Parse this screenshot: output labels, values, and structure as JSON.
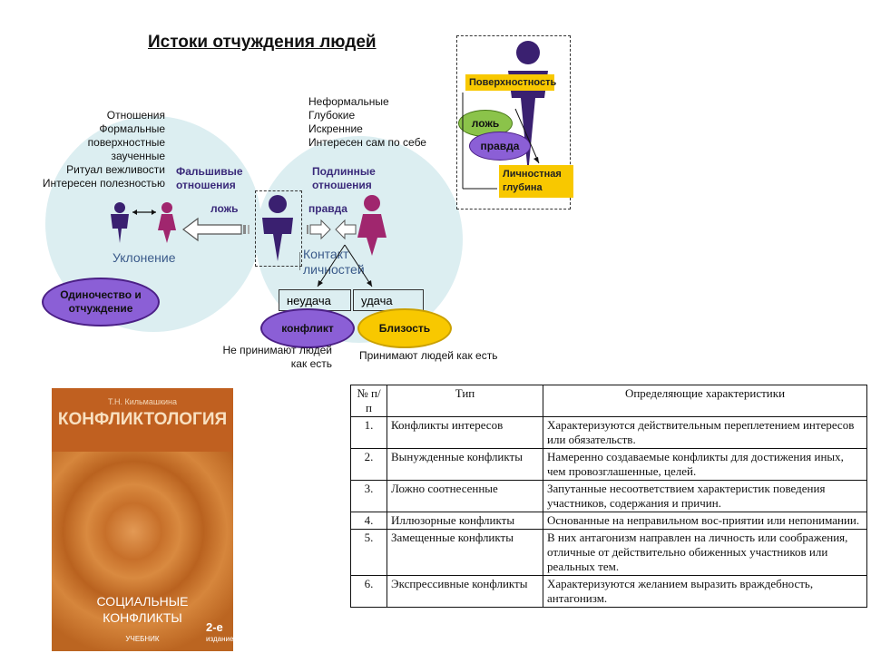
{
  "title": "Истоки отчуждения людей",
  "diagram": {
    "left_list": [
      "Отношения",
      "Формальные",
      "поверхностные",
      "заученные",
      "Ритуал вежливости",
      "Интересен полезностью"
    ],
    "right_list": [
      "Неформальные",
      "Глубокие",
      "Искренние",
      "Интересен сам по себе"
    ],
    "false_relations": "Фальшивые отношения",
    "true_relations": "Подлинные отношения",
    "lie": "ложь",
    "truth": "правда",
    "avoidance": "Уклонение",
    "contact": "Контакт личностей",
    "loneliness": "Одиночество и отчуждение",
    "failure": "неудача",
    "success": "удача",
    "conflict": "конфликт",
    "closeness": "Близость",
    "not_accept": "Не принимают людей как есть",
    "accept": "Принимают людей как есть",
    "inset": {
      "surface": "Поверхностность",
      "lie": "ложь",
      "truth": "правда",
      "depth": "Личностная глубина"
    }
  },
  "book": {
    "author": "Т.Н. Кильмашкина",
    "title": "КОНФЛИКТОЛОГИЯ",
    "subtitle": "СОЦИАЛЬНЫЕ КОНФЛИКТЫ",
    "type": "УЧЕБНИК",
    "edition": "2-е",
    "edition_word": "издание"
  },
  "table": {
    "headers": [
      "№ п/п",
      "Тип",
      "Определяющие характеристики"
    ],
    "rows": [
      [
        "1.",
        "Конфликты интересов",
        "Характеризуются действительным переплетением интересов или обязательств."
      ],
      [
        "2.",
        "Вынужденные конфликты",
        "Намеренно создаваемые конфликты для достижения иных, чем провозглашенные, целей."
      ],
      [
        "3.",
        "Ложно соотнесенные",
        "Запутанные несоответствием характеристик поведения участников, содержания и причин."
      ],
      [
        "4.",
        "Иллюзорные конфликты",
        "Основанные на неправильном вос-приятии или непонимании."
      ],
      [
        "5.",
        "Замещенные конфликты",
        "В них антагонизм направлен на личность или соображения, отличные от действительно обиженных участников или реальных тем."
      ],
      [
        "6.",
        "Экспрессивные конфликты",
        "Характеризуются желанием выразить враждебность, антагонизм."
      ]
    ]
  },
  "colors": {
    "purple": "#4b1f86",
    "magenta": "#a0266e",
    "yellow": "#f8c800",
    "circle": "#dceef1",
    "ellipse_purple": "#8b5fd6"
  }
}
